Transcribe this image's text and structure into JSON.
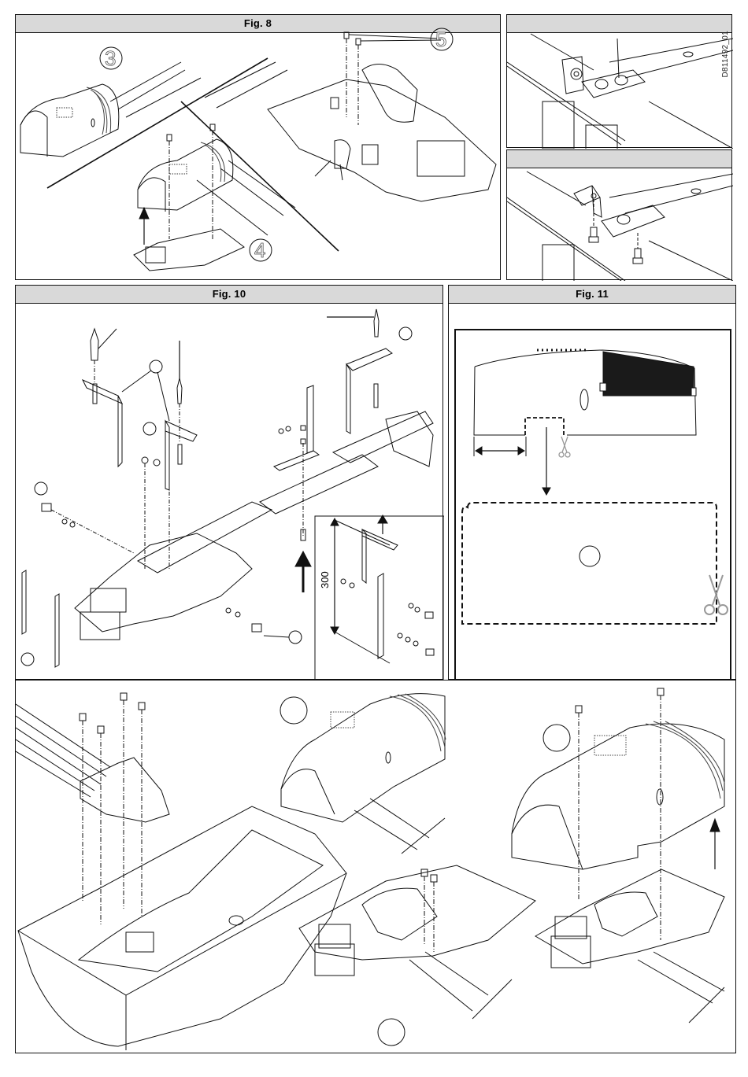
{
  "document": {
    "code": "D811492_01"
  },
  "figures": [
    {
      "id": "fig8",
      "title": "Fig. 8",
      "callouts": [
        "3",
        "4",
        "5"
      ],
      "description": "Motor cover removal sequence: cover on rail, cover lifted off chassis, two screws on chassis"
    },
    {
      "id": "fig9a",
      "title": "",
      "description": "Rail bracket fastened with nut and bolt at door lintel"
    },
    {
      "id": "fig9b",
      "title": "",
      "description": "Rail bracket fixed with two screws at door lintel"
    },
    {
      "id": "fig10",
      "title": "Fig. 10",
      "inset_dimension": "300",
      "description": "Ceiling bracket mounting: wall plugs, angle brackets, nuts, washers and bolts to rail"
    },
    {
      "id": "fig11",
      "title": "Fig. 11",
      "description": "Cover cutout template with scissors cut marks"
    },
    {
      "id": "fig12",
      "title": "",
      "description": "Housing, rail head and chassis assembly with screws; cover refitted"
    }
  ],
  "icons": {
    "scissors": "scissors-icon",
    "up_arrow": "arrow-up-icon",
    "down_arrow": "arrow-down-icon"
  }
}
